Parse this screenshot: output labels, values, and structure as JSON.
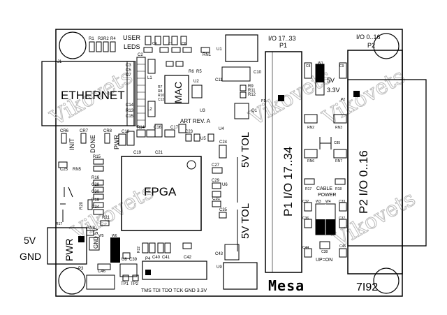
{
  "board": {
    "model": "7I92",
    "brand": "Mesa",
    "revision": "ART REV. A"
  },
  "connectors": {
    "ethernet": "ETHERNET",
    "ethernet_ref": "J1",
    "p1_header_top": "I/O 17..33",
    "p1_ref": "P1",
    "p1_side": "P1 I/O 17..34",
    "p2_header_top": "I/O 0..16",
    "p2_ref": "P2",
    "p2_side": "P2 I/O 0..16",
    "power": "PWR",
    "power_ref": "P3",
    "power_5v": "5V",
    "power_gnd": "GND",
    "power_pins": "GND 5V",
    "jtag_pins": "TMS TDI TDO TCK GND 3.3V"
  },
  "chips": {
    "fpga": "FPGA",
    "mac": "MAC"
  },
  "jumpers": {
    "tol_upper": "5V TOL",
    "tol_lower": "5V TOL",
    "volt_5": "5V",
    "volt_33": "3.3V",
    "cable_power": "CABLE\nPOWER",
    "cable_power_l1": "CABLE",
    "cable_power_l2": "POWER",
    "up_on": "UP=ON"
  },
  "leds": {
    "user": "USER",
    "leds": "LEDS",
    "init": "INIT",
    "done": "DONE",
    "pwr": "PWR"
  },
  "watermark": "Vikovets",
  "refdes": {
    "r1": "R1",
    "r3": "R3",
    "r2": "R2",
    "r4": "R4",
    "c2": "C2",
    "c4": "C4",
    "c1": "C1",
    "c6": "C6",
    "c3": "C3",
    "c5": "C5",
    "c7": "C7",
    "c8": "C8",
    "c9": "C9",
    "rn1": "RN1",
    "u1": "U1",
    "r6": "R6",
    "r5": "R5",
    "l1": "L1",
    "r7": "R7",
    "r8": "R8",
    "r10": "R10",
    "c12": "C12",
    "u2": "U2",
    "c10": "C10",
    "c11": "C11",
    "r9": "R9",
    "r11": "R11",
    "r12": "R12",
    "q1": "Q1",
    "u3": "U3",
    "u4": "U4",
    "c14": "C14",
    "r13": "R13",
    "c15": "C15",
    "l2": "L2",
    "c16": "C16",
    "c17": "C17",
    "c18": "C18",
    "r14": "R14",
    "cr6": "CR6",
    "cr7": "CR7",
    "cr8": "CR8",
    "c23": "C23",
    "u5": "U5",
    "c24": "C24",
    "c19": "C19",
    "c21": "C21",
    "c25": "C25",
    "rn5": "RN5",
    "r15": "R15",
    "c27": "C27",
    "c29": "C29",
    "u6": "U6",
    "r16": "R16",
    "c28": "C28",
    "c30": "C30",
    "c31": "C31",
    "r19": "R19",
    "c34": "C34",
    "r20": "R20",
    "r17": "R17",
    "r21": "R21",
    "c35": "C35",
    "rn8": "RN8",
    "w5": "W5",
    "w6": "W6",
    "r22": "R22",
    "c40": "C40",
    "c41": "C41",
    "c42": "C42",
    "c43": "C43",
    "u9": "U9",
    "u8": "U8",
    "c39": "C39",
    "c46": "C46",
    "tp1": "TP1",
    "tp2": "TP2",
    "p4": "P4",
    "w1": "W1",
    "rn2": "RN2",
    "rn3": "RN3",
    "rn6": "RN6",
    "rn7": "RN7",
    "c85": "C85",
    "r17b": "R17",
    "r18": "R18",
    "c32": "C32",
    "w3": "W3",
    "w4": "W4",
    "c33": "C33",
    "c36": "C36",
    "c37": "C37",
    "c44": "C44",
    "c38": "C38",
    "c45": "C45",
    "p1s": "P1",
    "p2s": "P2"
  }
}
